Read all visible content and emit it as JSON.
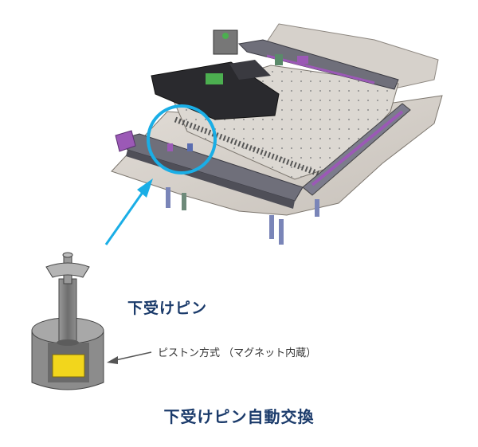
{
  "labels": {
    "pin_name": "下受けピン",
    "piston_note": "ピストン方式 （マグネット内蔵）",
    "title": "下受けピン自動交換"
  },
  "colors": {
    "highlight": "#1aaee6",
    "title_text": "#1b3b6b",
    "plate": "#cfcac4",
    "rail": "#6f6f7a",
    "accent_purple": "#9b59b6",
    "accent_green": "#4caf50",
    "pin_body": "#8c8c8c",
    "magnet": "#f2d61c"
  },
  "icons": {
    "highlight": "highlight-circle",
    "callout": "callout-arrow",
    "pointer": "pointer-arrow"
  }
}
